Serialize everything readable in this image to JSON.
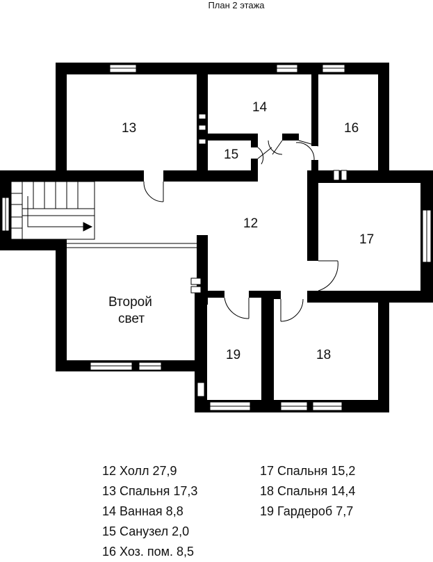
{
  "title": "План 2 этажа",
  "rooms": {
    "r12": "12",
    "r13": "13",
    "r14": "14",
    "r15": "15",
    "r16": "16",
    "r17": "17",
    "r18": "18",
    "r19": "19",
    "second_light_1": "Второй",
    "second_light_2": "свет"
  },
  "legend": {
    "left": [
      "12 Холл 27,9",
      "13 Спальня 17,3",
      "14 Ванная 8,8",
      "15 Санузел 2,0",
      "16 Хоз. пом. 8,5"
    ],
    "right": [
      "17 Спальня 15,2",
      "18 Спальня 14,4",
      "19 Гардероб 7,7"
    ]
  }
}
